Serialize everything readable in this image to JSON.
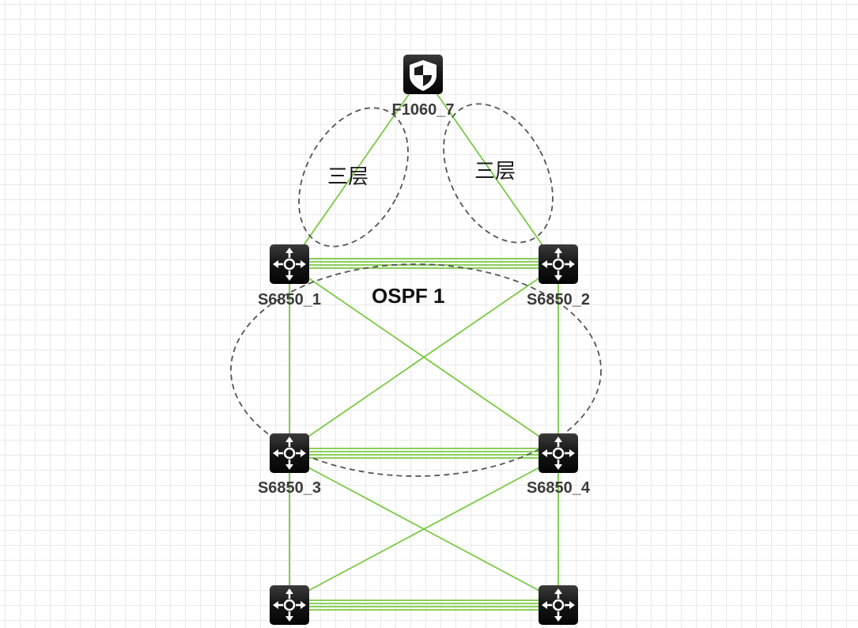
{
  "devices": {
    "firewall": {
      "label": "F1060_7",
      "icon": "firewall-shield-icon"
    },
    "s6850_1": {
      "label": "S6850_1",
      "icon": "router-icon"
    },
    "s6850_2": {
      "label": "S6850_2",
      "icon": "router-icon"
    },
    "s6850_3": {
      "label": "S6850_3",
      "icon": "router-icon"
    },
    "s6850_4": {
      "label": "S6850_4",
      "icon": "router-icon"
    },
    "bottom_left": {
      "label": "",
      "icon": "router-icon"
    },
    "bottom_right": {
      "label": "",
      "icon": "router-icon"
    }
  },
  "zones": {
    "layer3_left": "三层",
    "layer3_right": "三层",
    "ospf": "OSPF 1"
  },
  "colors": {
    "link": "#7ac943",
    "zone_border": "#555555",
    "device_fill": "#1b1b1b",
    "device_icon": "#ffffff"
  }
}
